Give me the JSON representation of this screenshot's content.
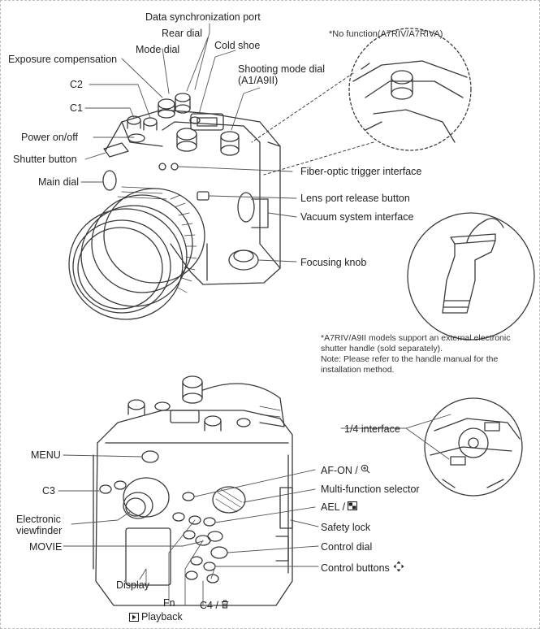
{
  "top_diagram": {
    "labels": {
      "data_sync_port": "Data synchronization port",
      "rear_dial": "Rear dial",
      "cold_shoe": "Cold shoe",
      "mode_dial": "Mode dial",
      "exposure_comp": "Exposure compensation",
      "shooting_mode_dial_1": "Shooting mode dial",
      "shooting_mode_dial_2": "(A1/A9II)",
      "c2": "C2",
      "c1": "C1",
      "power": "Power on/off",
      "shutter": "Shutter button",
      "main_dial": "Main dial",
      "fiber": "Fiber-optic trigger interface",
      "lens_release": "Lens port release button",
      "vacuum": "Vacuum system interface",
      "focusing": "Focusing knob"
    },
    "no_function_note": "*No function(A7RIV/A7RIVA)",
    "handle_note": {
      "line1": "*A7RIV/A9II models support an external electronic",
      "line2": "shutter handle (sold separately).",
      "line3": "Note: Please refer to the handle manual for the",
      "line4": "installation method."
    }
  },
  "bottom_diagram": {
    "labels": {
      "quarter": "1/4 interface",
      "menu": "MENU",
      "c3": "C3",
      "evf_1": "Electronic",
      "evf_2": "viewfinder",
      "movie": "MOVIE",
      "display": "Display",
      "fn": "Fn",
      "playback": "Playback",
      "c4": "C4 /",
      "af_on": "AF-ON /",
      "multi": "Multi-function selector",
      "ael": "AEL /",
      "safety": "Safety lock",
      "control_dial": "Control dial",
      "control_buttons": "Control buttons"
    }
  },
  "icons": {
    "zoom": "zoom-in-icon",
    "grid": "grid-icon",
    "trash": "trash-icon",
    "play": "play-icon",
    "arrows": "four-way-arrow-icon"
  }
}
